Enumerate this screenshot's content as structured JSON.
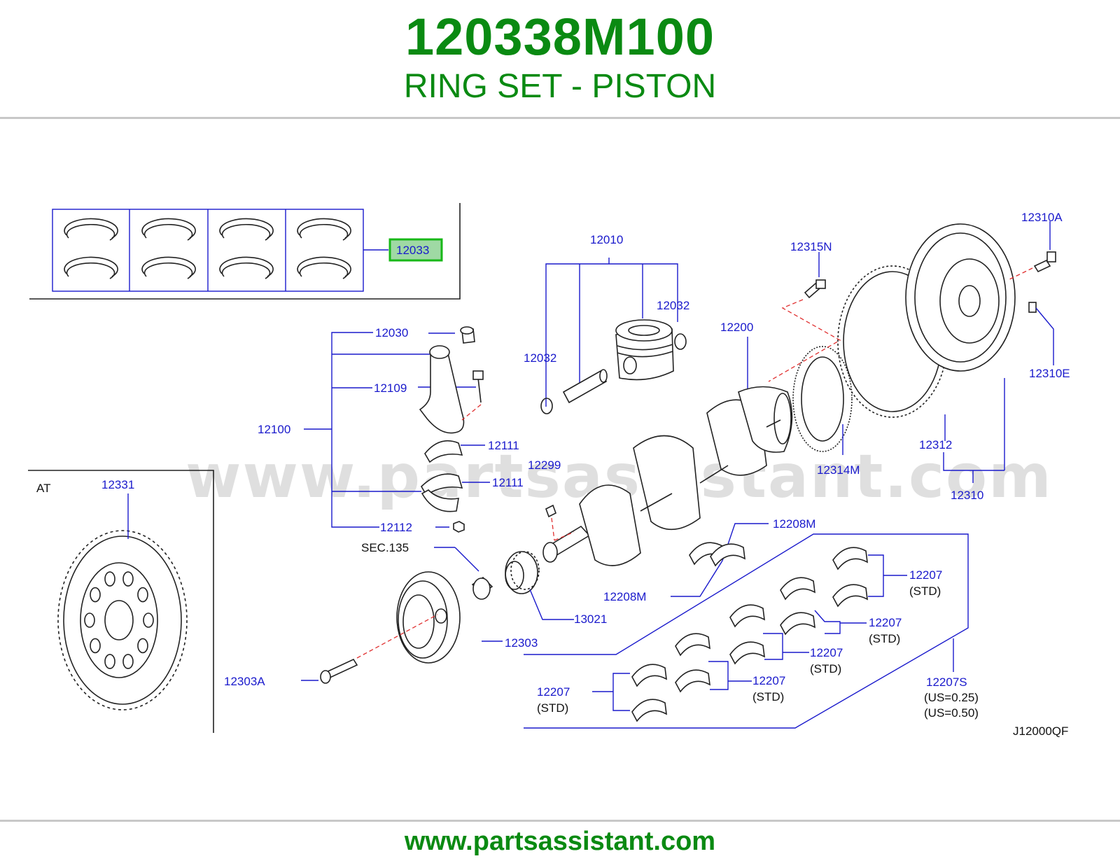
{
  "header": {
    "part_number": "120338M100",
    "part_name": "RING SET - PISTON"
  },
  "highlight": {
    "callout": "12033",
    "color": "#18b818"
  },
  "diagram": {
    "code": "J12000QF",
    "watermark": "www.partsassistant.com",
    "section_at": "AT",
    "sec_ref": "SEC.135",
    "labels": {
      "l12010": "12010",
      "l12032a": "12032",
      "l12032b": "12032",
      "l12030": "12030",
      "l12109": "12109",
      "l12100": "12100",
      "l12111a": "12111",
      "l12111b": "12111",
      "l12112": "12112",
      "l12299": "12299",
      "l12200": "12200",
      "l12315N": "12315N",
      "l12310A": "12310A",
      "l12310E": "12310E",
      "l12312": "12312",
      "l12314M": "12314M",
      "l12310": "12310",
      "l12331": "12331",
      "l12208M_a": "12208M",
      "l12208M_b": "12208M",
      "l13021": "13021",
      "l12303": "12303",
      "l12303A": "12303A",
      "l12207a": "12207",
      "l12207b": "12207",
      "l12207c": "12207",
      "l12207d": "12207",
      "l12207e": "12207",
      "l12207S": "12207S",
      "std": "(STD)",
      "us025": "(US=0.25)",
      "us050": "(US=0.50)"
    }
  },
  "footer": {
    "url": "www.partsassistant.com"
  }
}
